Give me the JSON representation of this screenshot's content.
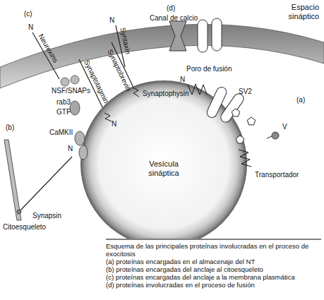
{
  "diagram": {
    "caption": "Esquema de las principales proteínas involucradas en el proceso de exocitosis",
    "nodes": [
      {
        "text": [
          "Vesícula sináptica"
        ]
      }
    ],
    "labels": [
      "(c)",
      "N",
      "Neurexins",
      "N",
      "Syntaxin",
      "Synaptobrevin",
      "NSF/SNAPs",
      "Synaptotagmin",
      "N",
      "rab3",
      "GTP",
      "(b)",
      "CaMKII",
      "N",
      "Synapsin",
      "Citoesqueleto",
      "(d)",
      "Canal de calcio",
      "Espacio sináptico",
      "Poro de fusión",
      "N",
      "Synaptophysin",
      "SV2",
      "(a)",
      "V",
      "Transportador",
      "(a) proteínas encargadas en el almacenaje del NT",
      "(b) proteínas encargadas del anclaje al citoesqueleto",
      "(c) proteínas encargadas del anclaje a la membrana plasmática",
      "(d) proteínas involucradas en el proceso de fusión"
    ]
  }
}
